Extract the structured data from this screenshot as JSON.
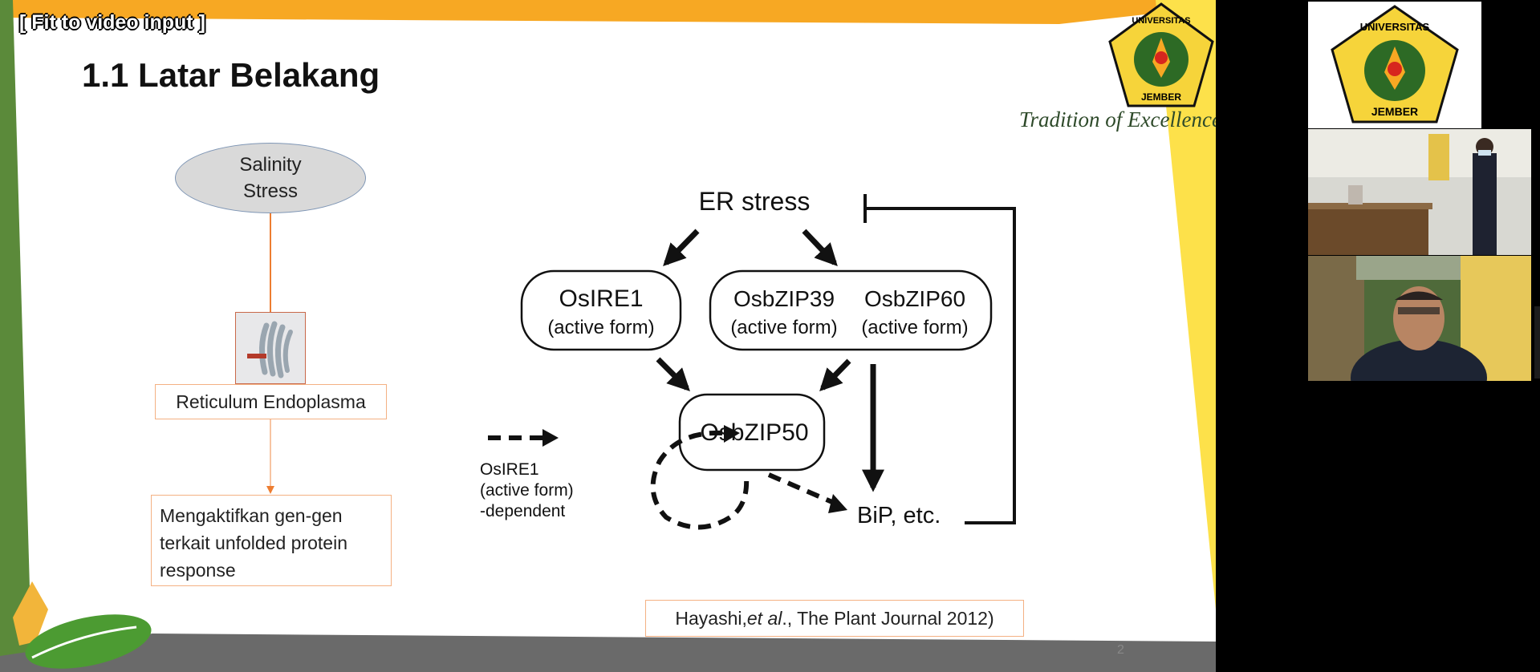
{
  "overlay": {
    "fit_label": "[ Fit to video input ]"
  },
  "slide": {
    "title": "1.1 Latar Belakang",
    "tagline": "Tradition of Excellence",
    "logo_text": {
      "top": "UNIVERSITAS",
      "bottom": "JEMBER"
    },
    "page_number": "2",
    "flow": {
      "salinity": "Salinity\nStress",
      "reticulum": "Reticulum Endoplasma",
      "mengaktifkan": "Mengaktifkan gen-gen terkait unfolded protein response"
    },
    "diagram": {
      "er_stress": "ER stress",
      "osire1": "OsIRE1",
      "osire1_form": "(active form)",
      "osbzip39": "OsbZIP39",
      "osbzip39_form": "(active form)",
      "osbzip60": "OsbZIP60",
      "osbzip60_form": "(active form)",
      "osbzip50": "OsbZIP50",
      "bip": "BiP, etc.",
      "legend_line1": "OsIRE1",
      "legend_line2": "(active form)",
      "legend_line3": "-dependent"
    },
    "citation": {
      "authors": "Hayashi, ",
      "etal": "et al",
      "rest": "., The Plant Journal 2012)"
    }
  },
  "colors": {
    "slide_orange": "#f7a823",
    "slide_yellow": "#fde14a",
    "slide_green": "#5b8a3a",
    "box_border": "#f4b183",
    "connector": "#ed7d31"
  }
}
